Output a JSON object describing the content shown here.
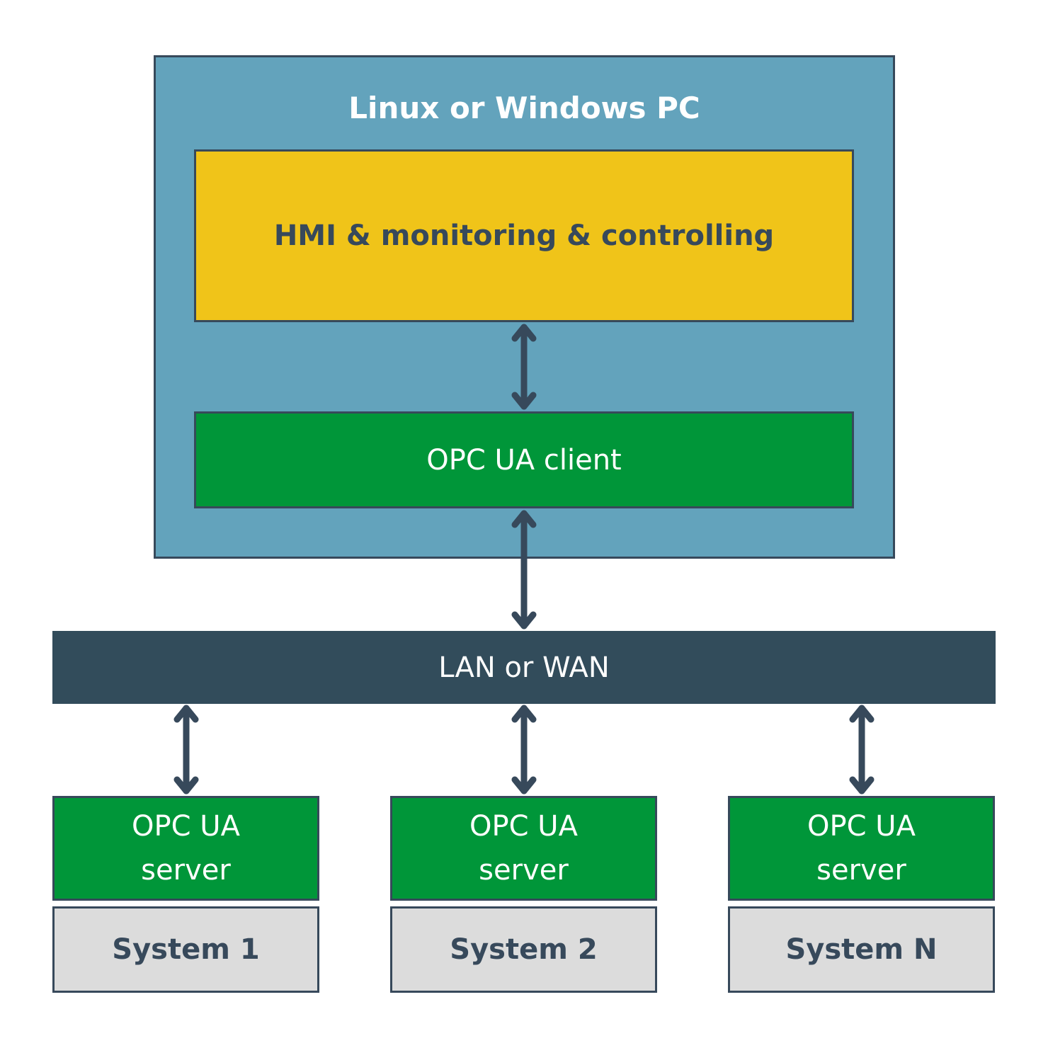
{
  "pc": {
    "title": "Linux or Windows PC"
  },
  "hmi": {
    "label": "HMI & monitoring & controlling"
  },
  "client": {
    "label": "OPC UA client"
  },
  "network": {
    "label": "LAN or WAN"
  },
  "servers": [
    {
      "line1": "OPC UA",
      "line2": "server",
      "system": "System 1"
    },
    {
      "line1": "OPC UA",
      "line2": "server",
      "system": "System 2"
    },
    {
      "line1": "OPC UA",
      "line2": "server",
      "system": "System N"
    }
  ],
  "colors": {
    "pc_bg": "#63a3bc",
    "hmi_bg": "#f0c419",
    "opc_green": "#009639",
    "network_bg": "#324c5b",
    "system_bg": "#dcdcdc",
    "stroke": "#37495b"
  }
}
